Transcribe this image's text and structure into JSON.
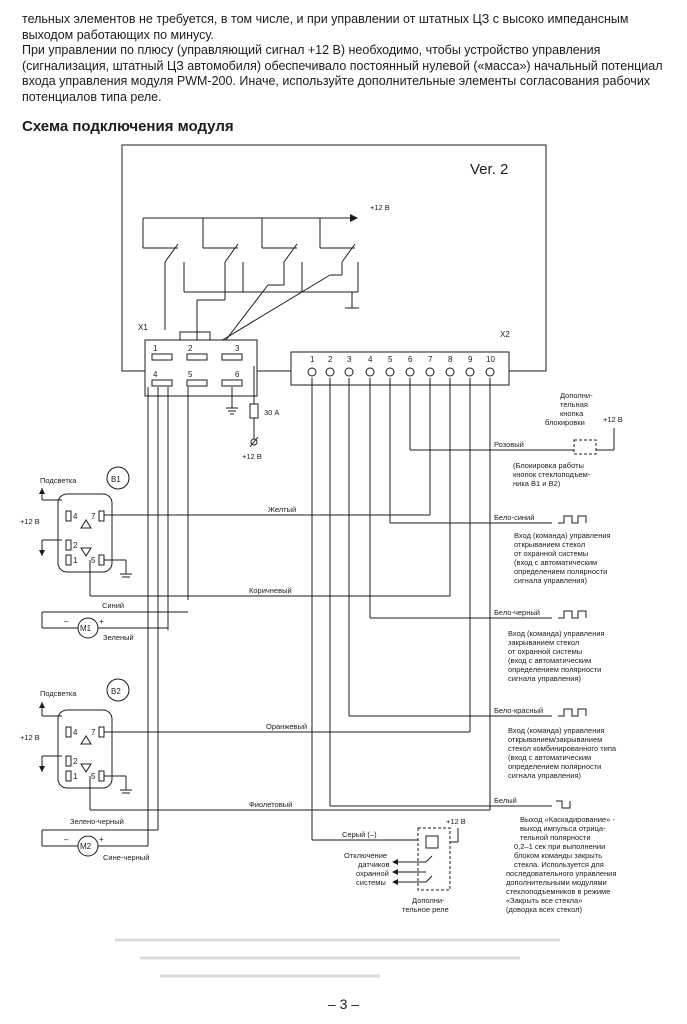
{
  "text": {
    "paragraph_1": "тельных элементов не требуется, в том числе, и при управлении от штатных ЦЗ с высоко импедансным выходом работающих по минусу.",
    "paragraph_2": "При управлении по плюсу (управляющий сигнал +12 В) необходимо, чтобы устройство управления (сигнализация, штатный ЦЗ автомобиля) обеспечивало постоянный нулевой («масса») начальный потенциал входа управления модуля PWM-200. Иначе, используйте дополнительные элементы согласования рабочих потенциалов типа реле.",
    "heading": "Схема подключения модуля",
    "page_number": "– 3 –"
  },
  "diagram": {
    "version": "Ver. 2",
    "plus12": "+12 В",
    "x1": "X1",
    "x2": "X2",
    "x1_pins": [
      "1",
      "2",
      "3",
      "4",
      "5",
      "6"
    ],
    "x2_pins": [
      "1",
      "2",
      "3",
      "4",
      "5",
      "6",
      "7",
      "8",
      "9",
      "10"
    ],
    "fuse": "30 А",
    "b1": "В1",
    "b2": "В2",
    "backlight": "Подсветка",
    "m1": "М1",
    "m2": "М2",
    "switch_pins": [
      "4",
      "7",
      "2",
      "1",
      "5"
    ],
    "wires": {
      "pink": "Розовый",
      "yellow": "Желтый",
      "brown": "Коричневый",
      "blue": "Синий",
      "green": "Зеленый",
      "orange": "Оранжевый",
      "violet": "Фиолетовый",
      "green_black": "Зелено-черный",
      "blue_black": "Сине-черный",
      "white_blue": "Бело-синий",
      "white_black": "Бело-черный",
      "white_red": "Бело-красный",
      "white": "Белый",
      "grey": "Серый (–)"
    },
    "extra_button": [
      "Дополни-",
      "тельная",
      "кнопка",
      "блокировки"
    ],
    "block_note": [
      "(Блокировка работы",
      "кнопок стеклоподъем-",
      "ника В1 и В2)"
    ],
    "desc_open": [
      "Вход (команда) управления",
      "открыванием стекол",
      "от охранной системы",
      "(вход с автоматическим",
      "определением полярности",
      "сигнала управления)"
    ],
    "desc_close": [
      "Вход (команда) управления",
      "закрыванием стекол",
      "от охранной системы",
      "(вход с автоматическим",
      "определением полярности",
      "сигнала управления)"
    ],
    "desc_combo": [
      "Вход (команда) управления",
      "открыванием/закрыванием",
      "стекол комбинированного типа",
      "(вход с автоматическим",
      "определением полярности",
      "сигнала управления)"
    ],
    "desc_cascade": [
      "Выход «Каскадирование» -",
      "выход импульса отрица-",
      "тельной полярности",
      "0,2–1 сек при выполнении",
      "блоком команды закрыть",
      "стекла. Используется для",
      "последовательного управления",
      "дополнительными модулями",
      "стеклоподъемников в режиме",
      "«Закрыть все стекла»",
      "(доводка всех стекол)"
    ],
    "sensor_off": [
      "Отключение",
      "датчиков",
      "охранной",
      "системы"
    ],
    "extra_relay": [
      "Дополни-",
      "тельное реле"
    ]
  }
}
